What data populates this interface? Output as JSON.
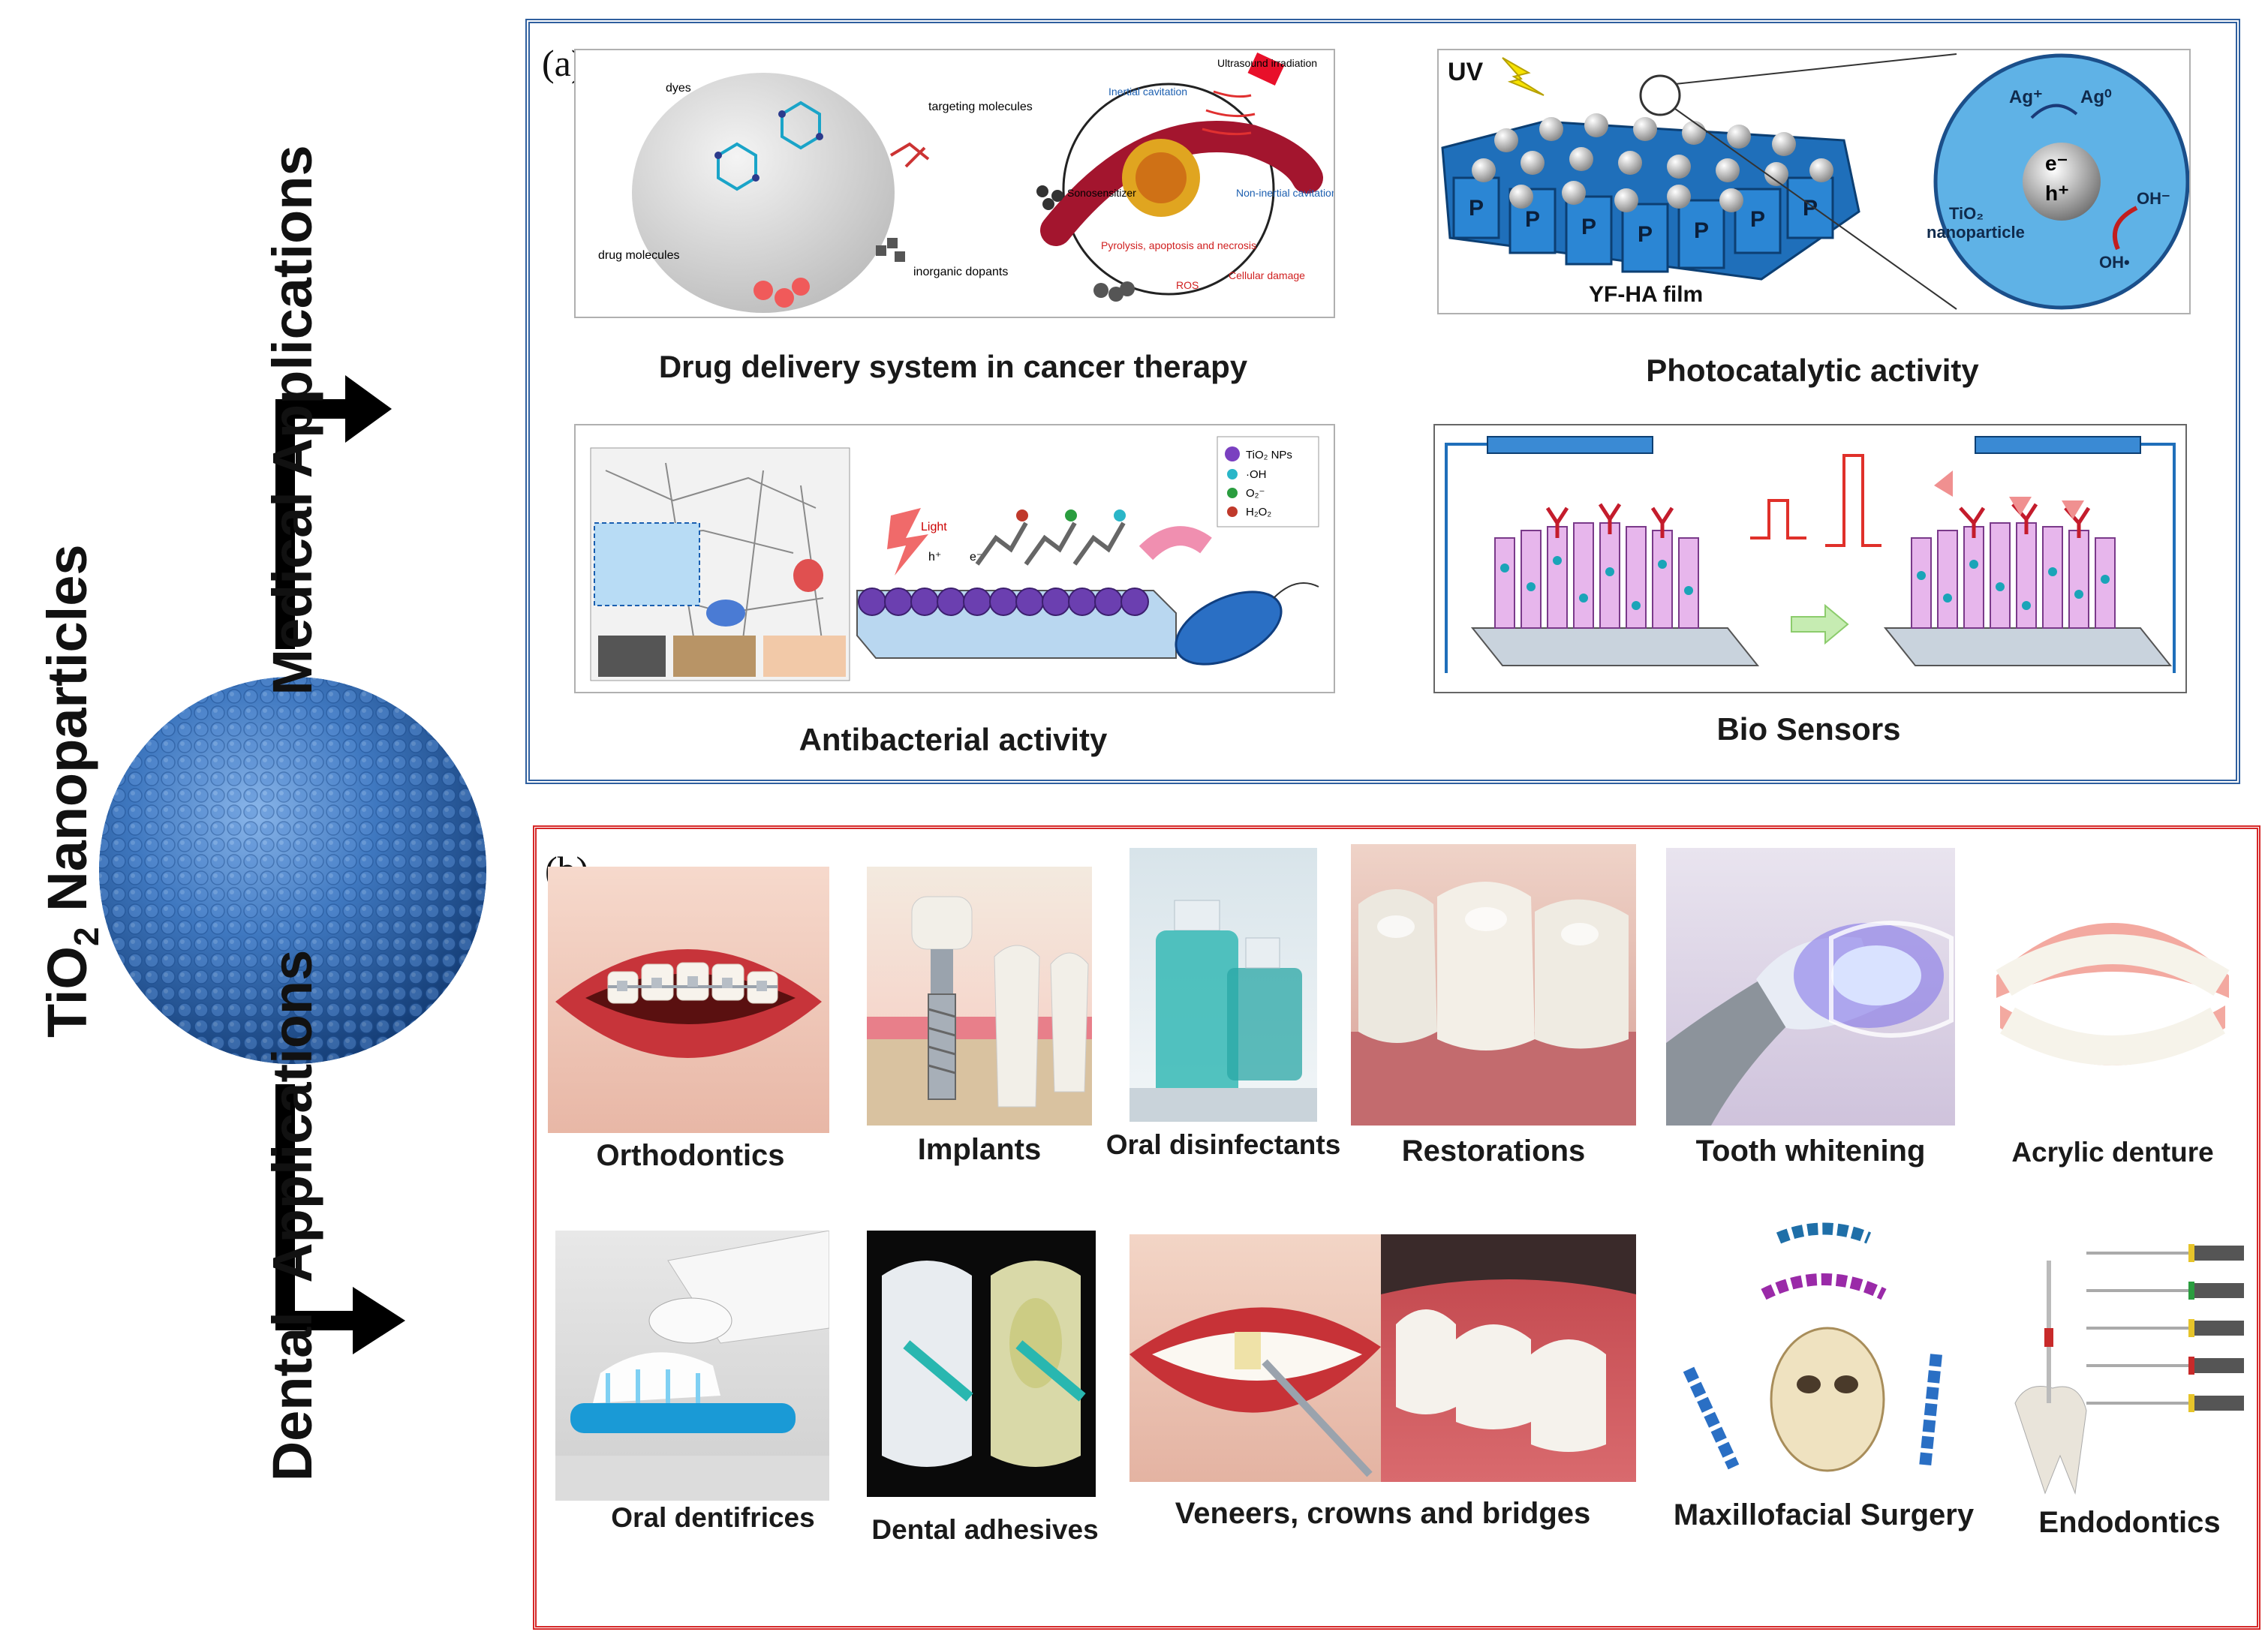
{
  "title": {
    "main": "TiO",
    "sub": "2",
    "rest": " Nanoparticles"
  },
  "medical": {
    "heading": "Medical Applications",
    "panel_label": "(a)",
    "captions": {
      "drug": "Drug delivery system in cancer therapy",
      "photo": "Photocatalytic activity",
      "antibacterial": "Antibacterial activity",
      "biosensor": "Bio Sensors"
    },
    "drug_fig": {
      "dyes": "dyes",
      "targeting": "targeting molecules",
      "drug_molecules": "drug molecules",
      "inorganic": "inorganic dopants",
      "sonosensitizer": "Sonosensitizer",
      "ultrasound": "Ultrasound irradiation",
      "inertial": "Inertial cavitation",
      "noninertial": "Non-inertial cavitation",
      "pyrolysis": "Pyrolysis, apoptosis and necrosis",
      "ros": "ROS",
      "cellular": "Cellular damage"
    },
    "photo_fig": {
      "uv": "UV",
      "film": "YF-HA film",
      "ag_plus": "Ag⁺",
      "ag0": "Ag⁰",
      "electron": "e⁻",
      "hole": "h⁺",
      "tio2": "TiO₂",
      "nano": "nanoparticle",
      "oh_minus": "OH⁻",
      "oh_rad": "OH•",
      "pol": "P"
    },
    "antibac_fig": {
      "legend": [
        "TiO₂ NPs",
        "·OH",
        "O₂⁻",
        "H₂O₂"
      ],
      "light": "Light",
      "e": "e⁻",
      "h": "h⁺"
    }
  },
  "dental": {
    "heading": "Dental  Applications",
    "panel_label": "(b)",
    "items_row1": [
      "Orthodontics",
      "Implants",
      "Oral disinfectants",
      "Restorations",
      "Tooth whitening",
      "Acrylic denture"
    ],
    "items_row2": [
      "Oral dentifrices",
      "Dental adhesives",
      "Veneers, crowns and bridges",
      "Maxillofacial Surgery",
      "Endodontics"
    ]
  },
  "colors": {
    "medical_border": "#2f5f9e",
    "dental_border": "#d62828",
    "sphere": "#3a6fb5",
    "arrow": "#000000"
  }
}
